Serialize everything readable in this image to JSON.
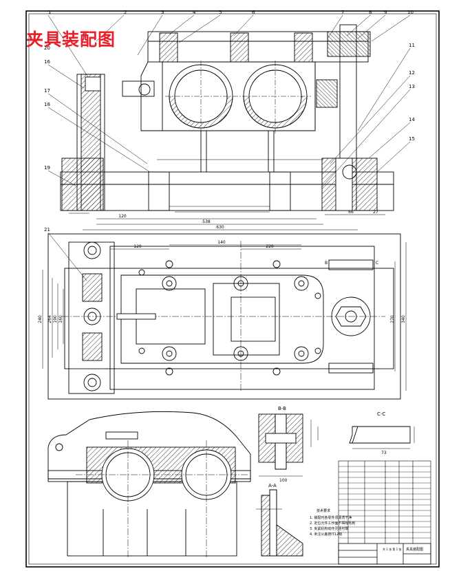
{
  "title": "夹具装配图",
  "colors": {
    "ink": "#000000",
    "title": "#e8202a",
    "hatch": "#000000",
    "bg": "#ffffff"
  },
  "part_numbers": [
    "1",
    "2",
    "3",
    "4",
    "5",
    "6",
    "7",
    "8",
    "9",
    "10",
    "11",
    "12",
    "13",
    "14",
    "15",
    "16",
    "17",
    "18",
    "19",
    "20",
    "21"
  ],
  "section_labels": {
    "c_c": "C-C",
    "b_b": "B-B",
    "a_a": "A-A",
    "b": "B",
    "c": "C"
  },
  "dimensions": {
    "top_view_bottom": [
      "120",
      "538",
      "630"
    ],
    "right_small": [
      "66",
      "27"
    ],
    "plan_top": [
      "120",
      "140",
      "220"
    ],
    "plan_side_left": [
      "240",
      "264",
      "190",
      "160"
    ],
    "plan_side_right": [
      "270",
      "340"
    ],
    "cc_width": "73",
    "bb_width": "100"
  },
  "notes_heading": "技术要求",
  "notes": [
    "1. 装配时各零件须清洗干净",
    "2. 定位元件工作面不得有毛刺",
    "3. 夹紧机构动作灵活可靠",
    "4. 未注公差按IT12级"
  ],
  "title_block": {
    "name": "夹具装配图",
    "sheet": "共 1 张 第 1 张"
  }
}
